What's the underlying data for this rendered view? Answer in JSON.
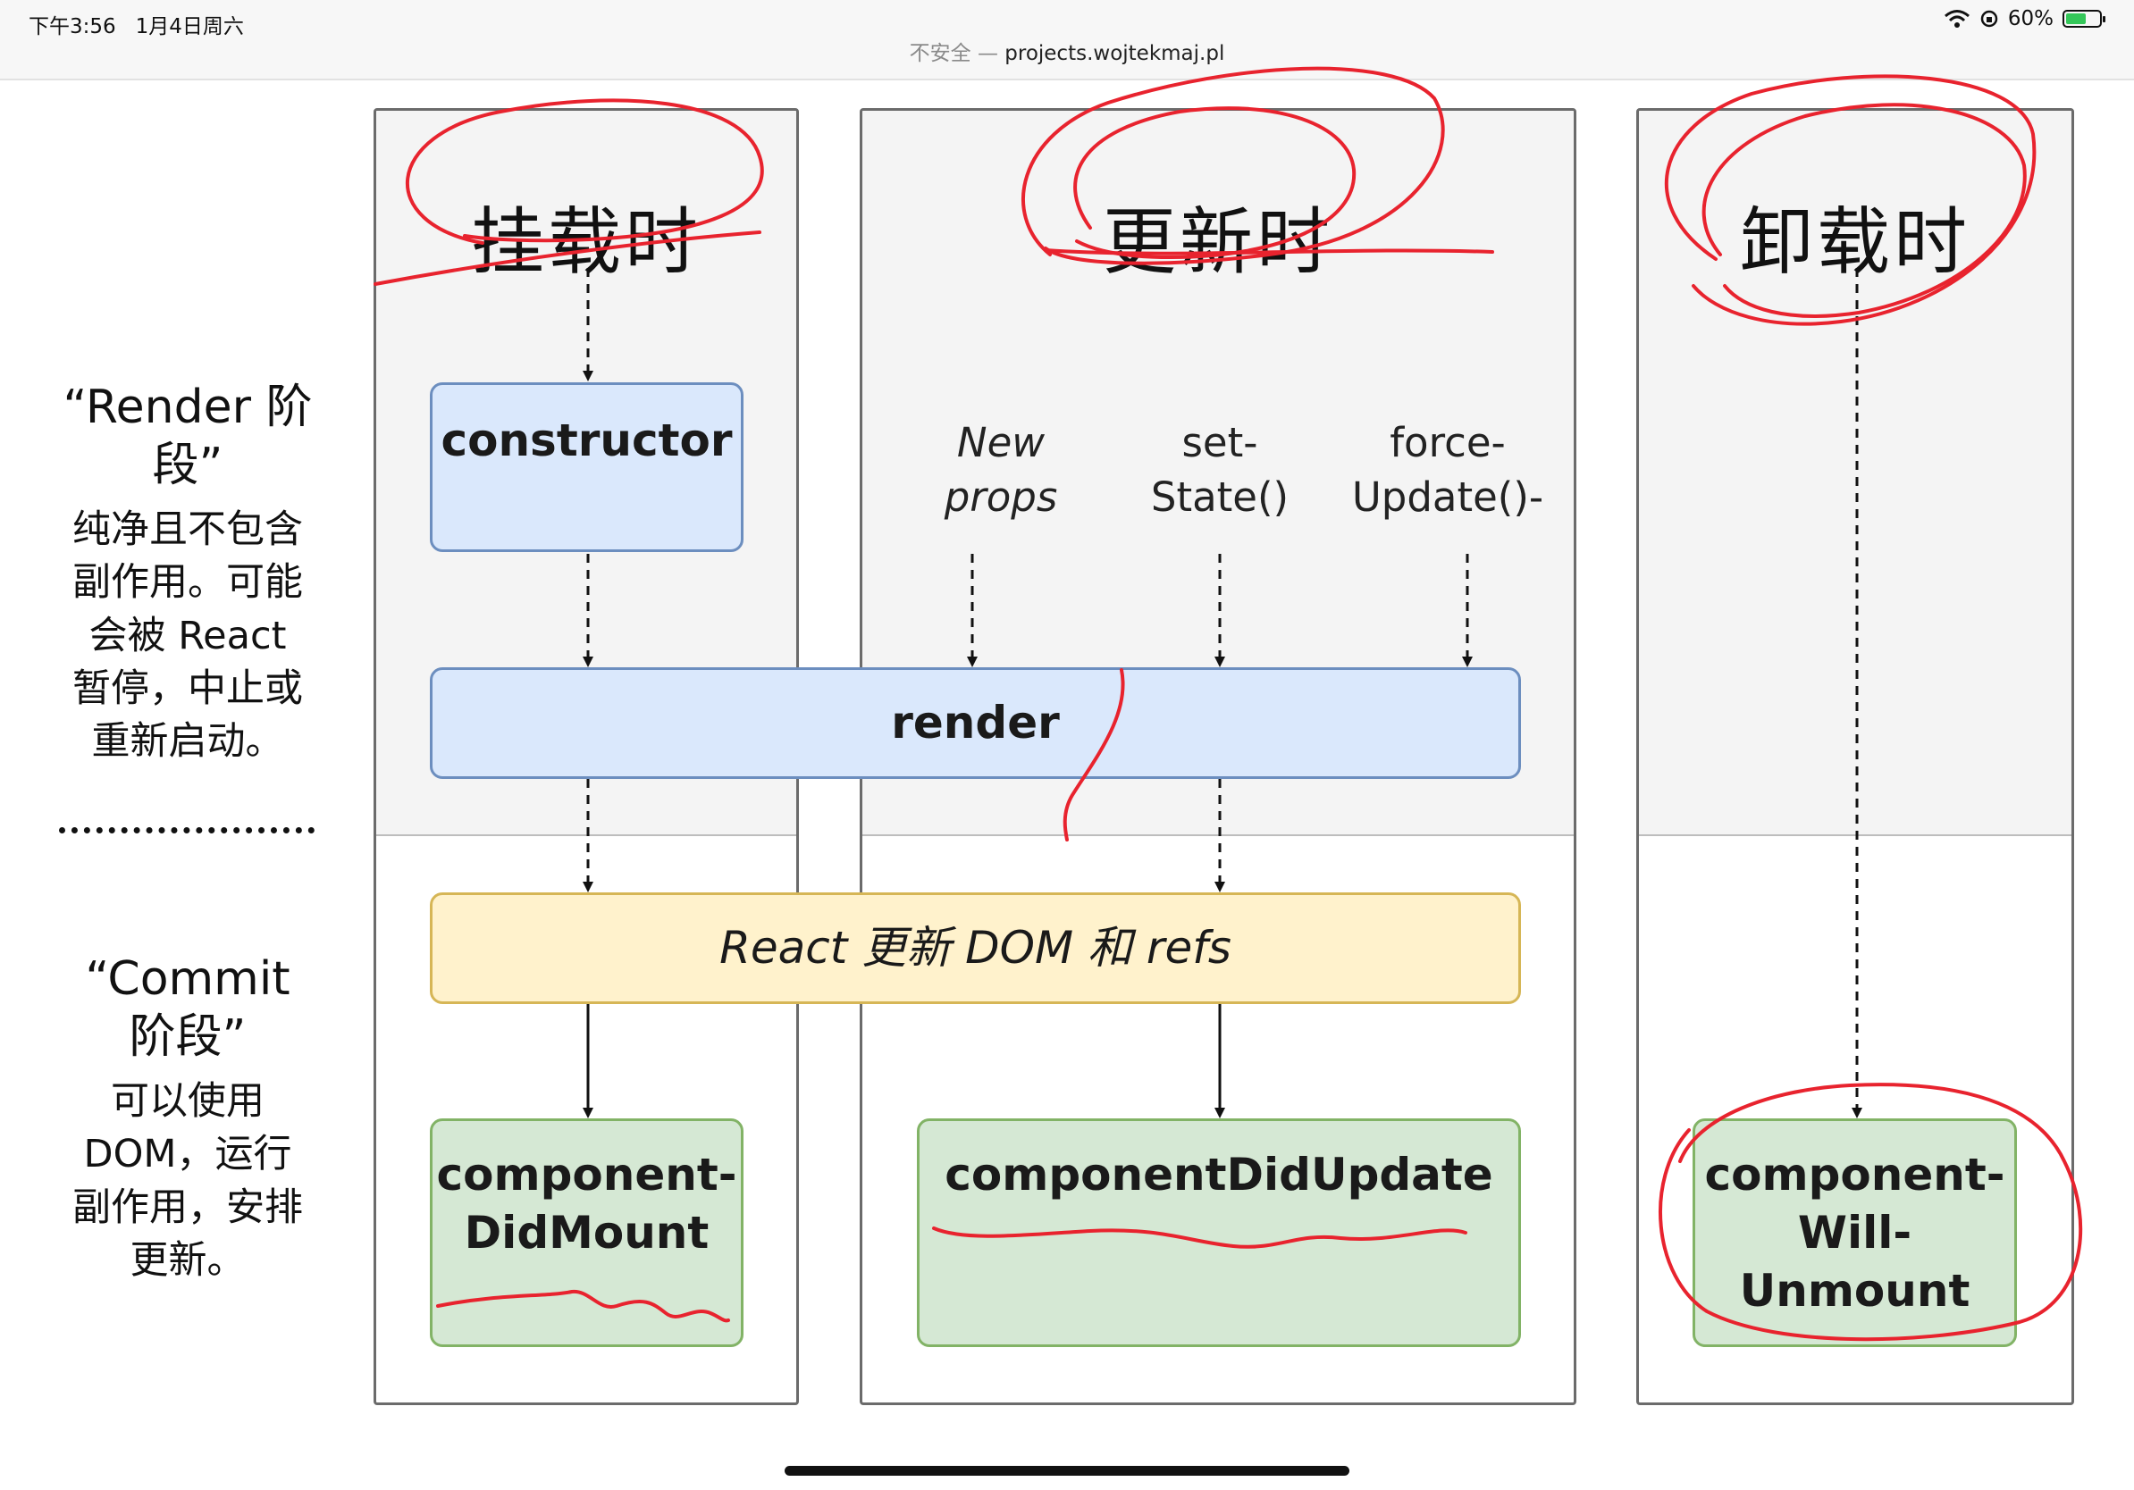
{
  "status_bar": {
    "time": "下午3:56",
    "date": "1月4日周六",
    "security": "不安全 —",
    "url": "projects.wojtekmaj.pl",
    "battery": "60%",
    "battery_level": 0.6
  },
  "diagram": {
    "columns": {
      "mount": {
        "title": "挂载时"
      },
      "update": {
        "title": "更新时"
      },
      "unmount": {
        "title": "卸载时"
      }
    },
    "nodes": {
      "constructor": "constructor",
      "render": "render",
      "commit": "React 更新 DOM 和 refs",
      "did_mount": [
        "component-",
        "DidMount"
      ],
      "did_update": "componentDidUpdate",
      "will_unmount": [
        "component-",
        "Will-",
        "Unmount"
      ]
    },
    "triggers": {
      "new_props": [
        "New",
        "props"
      ],
      "set_state": [
        "set-",
        "State()"
      ],
      "force_update": [
        "force-",
        "Update()-"
      ]
    },
    "phases": {
      "render": {
        "heading": [
          "“Render 阶",
          "段”"
        ],
        "description": [
          "纯净且不包含",
          "副作用。可能",
          "会被 React",
          "暂停，中止或",
          "重新启动。"
        ]
      },
      "commit": {
        "heading": [
          "“Commit",
          "阶段”"
        ],
        "description": [
          "可以使用",
          "DOM，运行",
          "副作用，安排",
          "更新。"
        ]
      }
    }
  },
  "colors": {
    "blue_fill": "#dae8fc",
    "blue_border": "#6c8ebf",
    "yellow_fill": "#fff2cc",
    "yellow_border": "#d6b656",
    "green_fill": "#d5e8d4",
    "green_border": "#82b366",
    "annotation_red": "#e8232e"
  }
}
